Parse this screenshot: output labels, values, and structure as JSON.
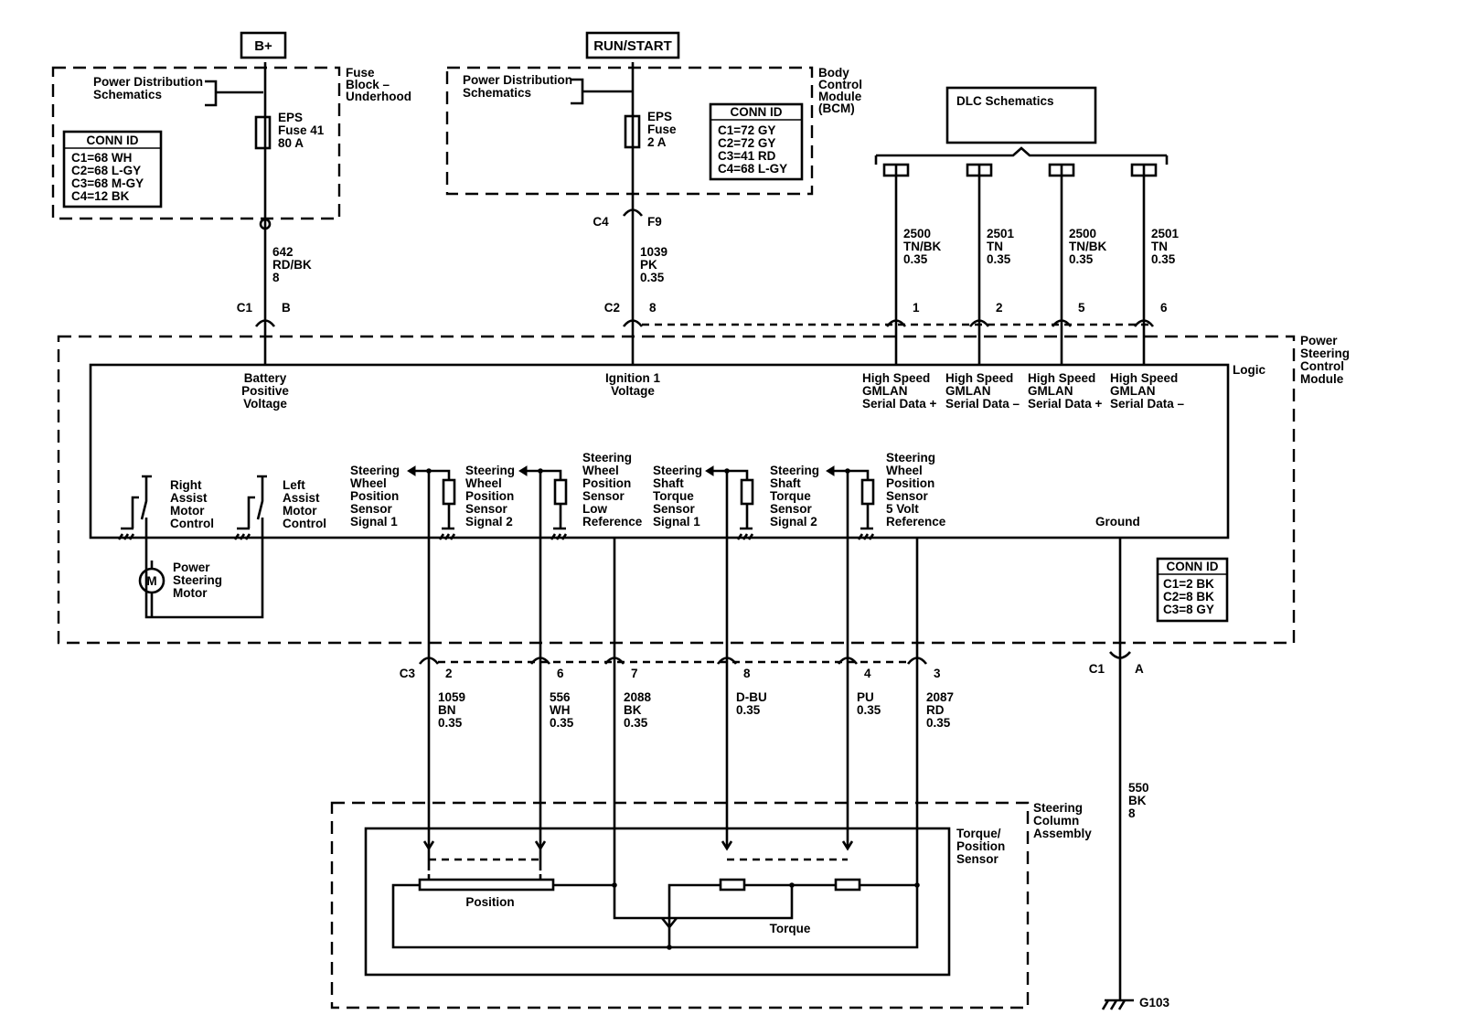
{
  "power_sources": {
    "bplus": "B+",
    "run_start": "RUN/START"
  },
  "fuse_block": {
    "title_lines": [
      "Fuse",
      "Block –",
      "Underhood"
    ],
    "pds_lines": [
      "Power Distribution",
      "Schematics"
    ],
    "fuse_lines": [
      "EPS",
      "Fuse 41",
      "80 A"
    ],
    "conn_id": {
      "title": "CONN ID",
      "lines": [
        "C1=68 WH",
        "C2=68 L-GY",
        "C3=68 M-GY",
        "C4=12 BK"
      ]
    }
  },
  "bcm": {
    "title_lines": [
      "Body",
      "Control",
      "Module",
      "(BCM)"
    ],
    "pds_lines": [
      "Power Distribution",
      "Schematics"
    ],
    "fuse_lines": [
      "EPS",
      "Fuse",
      "2 A"
    ],
    "conn_id": {
      "title": "CONN ID",
      "lines": [
        "C1=72 GY",
        "C2=72 GY",
        "C3=41 RD",
        "C4=68 L-GY"
      ]
    },
    "connector": {
      "name": "C4",
      "pin": "F9"
    }
  },
  "dlc": {
    "label": "DLC Schematics"
  },
  "wires_top": [
    {
      "circuit": [
        "642",
        "RD/BK",
        "8"
      ],
      "connector": "C1",
      "pin": "B",
      "signal": [
        "Battery",
        "Positive",
        "Voltage"
      ]
    },
    {
      "circuit": [
        "1039",
        "PK",
        "0.35"
      ],
      "connector": "C2",
      "pin": "8",
      "signal": [
        "Ignition 1",
        "Voltage"
      ]
    },
    {
      "circuit": [
        "2500",
        "TN/BK",
        "0.35"
      ],
      "connector": "",
      "pin": "1",
      "signal": [
        "High Speed",
        "GMLAN",
        "Serial Data +"
      ]
    },
    {
      "circuit": [
        "2501",
        "TN",
        "0.35"
      ],
      "connector": "",
      "pin": "2",
      "signal": [
        "High Speed",
        "GMLAN",
        "Serial Data –"
      ]
    },
    {
      "circuit": [
        "2500",
        "TN/BK",
        "0.35"
      ],
      "connector": "",
      "pin": "5",
      "signal": [
        "High Speed",
        "GMLAN",
        "Serial Data +"
      ]
    },
    {
      "circuit": [
        "2501",
        "TN",
        "0.35"
      ],
      "connector": "",
      "pin": "6",
      "signal": [
        "High Speed",
        "GMLAN",
        "Serial Data –"
      ]
    }
  ],
  "pscm": {
    "title_lines": [
      "Power",
      "Steering",
      "Control",
      "Module"
    ],
    "logic_label": "Logic",
    "motor_controls": [
      [
        "Right",
        "Assist",
        "Motor",
        "Control"
      ],
      [
        "Left",
        "Assist",
        "Motor",
        "Control"
      ]
    ],
    "motor": {
      "symbol": "M",
      "lines": [
        "Power",
        "Steering",
        "Motor"
      ]
    },
    "sensor_signals": [
      [
        "Steering",
        "Wheel",
        "Position",
        "Sensor",
        "Signal 1"
      ],
      [
        "Steering",
        "Wheel",
        "Position",
        "Sensor",
        "Signal 2"
      ],
      [
        "Steering",
        "Wheel",
        "Position",
        "Sensor",
        "Low",
        "Reference"
      ],
      [
        "Steering",
        "Shaft",
        "Torque",
        "Sensor",
        "Signal 1"
      ],
      [
        "Steering",
        "Shaft",
        "Torque",
        "Sensor",
        "Signal 2"
      ],
      [
        "Steering",
        "Wheel",
        "Position",
        "Sensor",
        "5 Volt",
        "Reference"
      ]
    ],
    "ground_label": "Ground",
    "conn_id": {
      "title": "CONN ID",
      "lines": [
        "C1=2 BK",
        "C2=8 BK",
        "C3=8 GY"
      ]
    }
  },
  "wires_bottom": [
    {
      "connector": "C3",
      "pin": "2",
      "circuit": [
        "1059",
        "BN",
        "0.35"
      ]
    },
    {
      "connector": "",
      "pin": "6",
      "circuit": [
        "556",
        "WH",
        "0.35"
      ]
    },
    {
      "connector": "",
      "pin": "7",
      "circuit": [
        "2088",
        "BK",
        "0.35"
      ]
    },
    {
      "connector": "",
      "pin": "8",
      "circuit": [
        "D-BU",
        "0.35"
      ]
    },
    {
      "connector": "",
      "pin": "4",
      "circuit": [
        "PU",
        "0.35"
      ]
    },
    {
      "connector": "",
      "pin": "3",
      "circuit": [
        "2087",
        "RD",
        "0.35"
      ]
    }
  ],
  "ground_wire": {
    "connector": "C1",
    "pin": "A",
    "circuit": [
      "550",
      "BK",
      "8"
    ],
    "ground_id": "G103"
  },
  "steering_column": {
    "title_lines": [
      "Steering",
      "Column",
      "Assembly"
    ],
    "sensor_title_lines": [
      "Torque/",
      "Position",
      "Sensor"
    ],
    "position_label": "Position",
    "torque_label": "Torque"
  }
}
